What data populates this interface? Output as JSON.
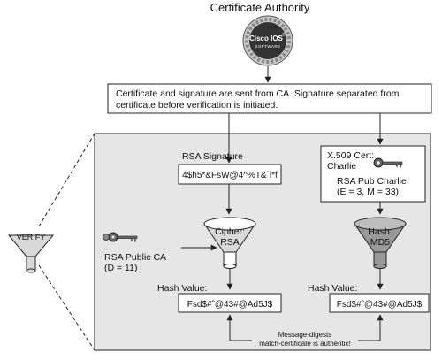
{
  "title": "Certificate Authority",
  "ca_logo": {
    "brand": "Cisco IOS",
    "sub": "SOFTWARE",
    "reg": "®"
  },
  "top_box": {
    "line1": "Certificate and signature are sent from CA. Signature separated from",
    "line2": "certificate before verification is initiated."
  },
  "verify_label": "VERIFY",
  "left": {
    "rsa_signature_label": "RSA Signature",
    "rsa_signature_value": "4$h5*&FsW@4^%T&`i*f",
    "public_ca_line1": "RSA Public CA",
    "public_ca_line2": "(D = 11)",
    "funnel_line1": "Cipher:",
    "funnel_line2": "RSA",
    "hash_label": "Hash Value:",
    "hash_value": "Fsd$#ˆ@43#@Ad5J$"
  },
  "right": {
    "cert_line1": "X.509 Cert:",
    "cert_line2": "Charlie",
    "cert_line3": "RSA Pub Charlie",
    "cert_line4": "(E = 3, M = 33)",
    "funnel_line1": "Hash:",
    "funnel_line2": "MD5",
    "hash_label": "Hash Value:",
    "hash_value": "Fsd$#ˆ@43#@Ad5J$"
  },
  "bottom_note": {
    "line1": "Message-digests",
    "line2": "match-certificate is authentic!"
  },
  "colors": {
    "panel": "#e6e6e6",
    "funnel": "#d9d9d9",
    "stroke": "#222222"
  },
  "icons": [
    "cisco-ios-logo-icon",
    "key-icon",
    "funnel-icon"
  ]
}
